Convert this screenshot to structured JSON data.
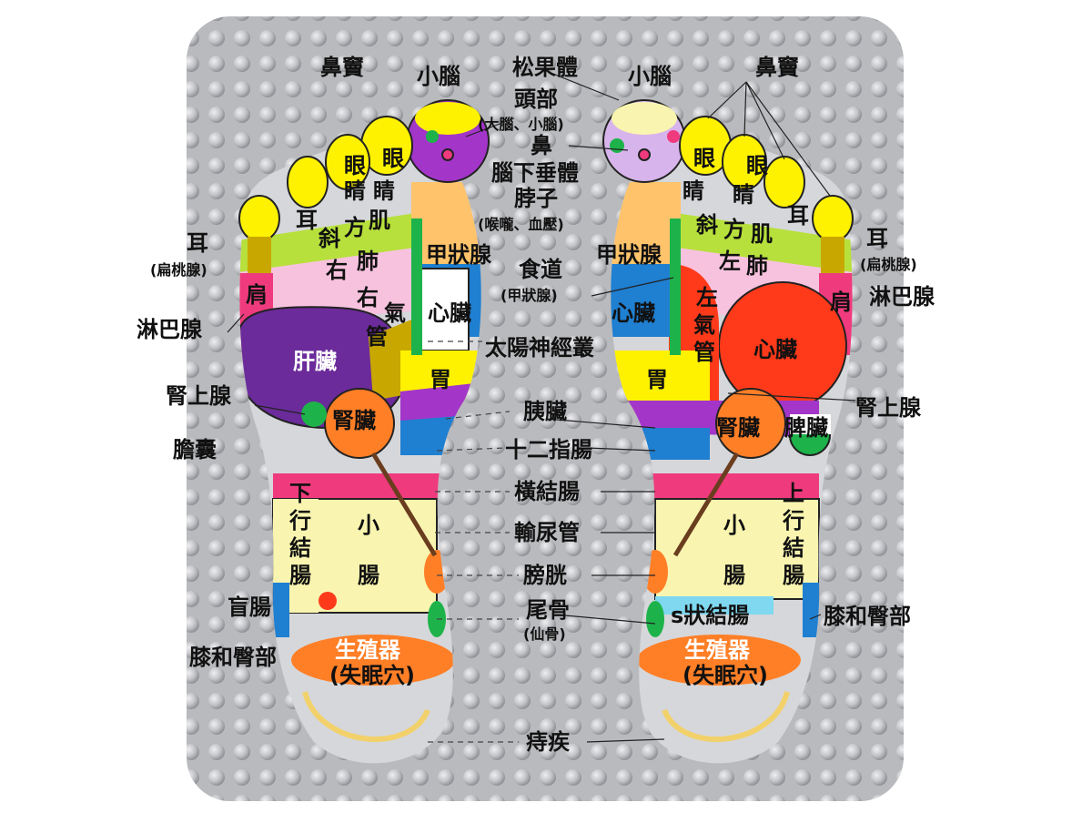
{
  "labels": {
    "bidou_l": "鼻竇",
    "xiaonao_l": "小腦",
    "songguoti": "松果體",
    "xiaonao_r": "小腦",
    "bidou_r": "鼻竇",
    "toubu": "頭部",
    "toubu_sub": "(大腦、小腦)",
    "bi": "鼻",
    "naoxia": "腦下垂體",
    "bozi": "脖子",
    "bozi_sub": "(喉嚨、血壓)",
    "jiazhuang_c": "甲狀腺",
    "jiazhuang_r": "甲狀腺",
    "shidao": "食道",
    "shidao_sub": "(甲狀腺)",
    "xinzang_l": "心臟",
    "xinzang_c": "心臟",
    "xinzang_r": "心臟",
    "taiyang": "太陽神經叢",
    "wei_l": "胃",
    "wei_r": "胃",
    "yizang": "胰臟",
    "shier": "十二指腸",
    "hengjie": "橫結腸",
    "shuniao": "輸尿管",
    "pangguang": "膀胱",
    "weigu": "尾骨",
    "weigu_sub": "(仙骨)",
    "zhichuang": "痔疾",
    "er_l": "耳",
    "er_l_sub": "(扁桃腺)",
    "er_r": "耳",
    "er_r_sub": "(扁桃腺)",
    "linba_l": "淋巴腺",
    "linba_r": "淋巴腺",
    "shenshang_l": "腎上腺",
    "shenshang_r": "腎上腺",
    "dannang": "膽囊",
    "mangchang": "盲腸",
    "xi_l": "膝和臀部",
    "xi_r": "膝和臀部",
    "jian_l": "肩",
    "jian_r": "肩",
    "ganzang": "肝臟",
    "shenzang_l": "腎臟",
    "shenzang_r": "腎臟",
    "pizang": "脾臟",
    "xiaochang_l1": "小",
    "xiaochang_l2": "腸",
    "xiaochang_r1": "小",
    "xiaochang_r2": "腸",
    "xiajie": [
      "下",
      "行",
      "結",
      "腸"
    ],
    "shangjie": [
      "上",
      "行",
      "結",
      "腸"
    ],
    "sjie": "s狀結腸",
    "shengzhi_l": "生殖器",
    "shengzhi_l_sub": "(失眠穴)",
    "shengzhi_r": "生殖器",
    "shengzhi_r_sub": "(失眠穴)",
    "yan_l1": [
      "眼",
      "睛"
    ],
    "yan_l2": [
      "眼",
      "睛"
    ],
    "yan_r1": [
      "眼",
      "睛"
    ],
    "yan_r2": [
      "眼",
      "睛"
    ],
    "er_toe_l": "耳",
    "er_toe_r": "耳",
    "xiefang_l": [
      "斜",
      "方",
      "肌"
    ],
    "xiefang_r": [
      "斜",
      "方",
      "肌"
    ],
    "youfei": [
      "右",
      "肺"
    ],
    "zuofei": [
      "左",
      "肺"
    ],
    "youqi": [
      "右",
      "氣",
      "管"
    ],
    "zuoqi": [
      "左",
      "氣",
      "管"
    ]
  },
  "colors": {
    "mat": "#b9babd",
    "toe": "#fff200",
    "purple": "#a335c9",
    "orange": "#ff7f27",
    "red": "#ff3a1a",
    "green": "#1db34a",
    "blue": "#1f7fd1",
    "pink": "#ef3b7d",
    "lightpink": "#f7c2de",
    "lightyellow": "#f9f5b0",
    "olive": "#c8a800",
    "lime": "#b7e03c",
    "lavender": "#d8b4ec",
    "lightorange": "#ffc46b",
    "cyan": "#7fd8f0",
    "brown": "#8a5a2b",
    "darkpurple": "#6b2b9a"
  }
}
